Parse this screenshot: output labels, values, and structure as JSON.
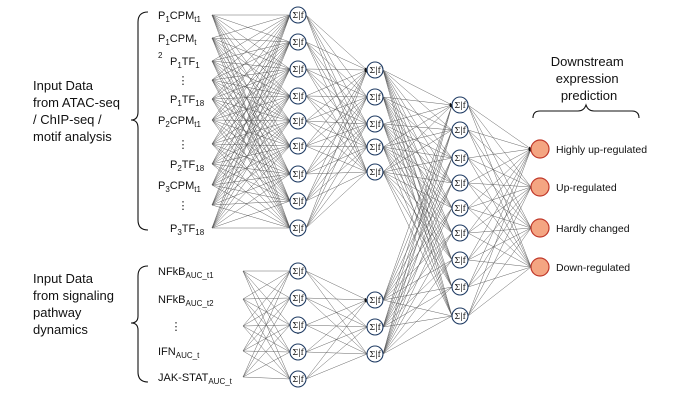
{
  "upper_group": {
    "label_lines": [
      "Input Data",
      "from ATAC-seq",
      "/ ChIP-seq /",
      "motif analysis"
    ],
    "inputs": [
      {
        "text": "P",
        "sub": "1",
        "text2": "CPM",
        "sub2": "t1"
      },
      {
        "text": "P",
        "sub": "1",
        "text2": "CPM",
        "sub2": "t"
      },
      {
        "text": "P",
        "sub": "1",
        "text2": "TF",
        "sub2": "1",
        "prefix": "2"
      },
      {
        "text": "⋮",
        "sub": "",
        "text2": "",
        "sub2": ""
      },
      {
        "text": "P",
        "sub": "1",
        "text2": "TF",
        "sub2": "18"
      },
      {
        "text": "P",
        "sub": "2",
        "text2": "CPM",
        "sub2": "t1"
      },
      {
        "text": "⋮",
        "sub": "",
        "text2": "",
        "sub2": ""
      },
      {
        "text": "P",
        "sub": "2",
        "text2": "TF",
        "sub2": "18"
      },
      {
        "text": "P",
        "sub": "3",
        "text2": "CPM",
        "sub2": "t1"
      },
      {
        "text": "⋮",
        "sub": "",
        "text2": "",
        "sub2": ""
      },
      {
        "text": "P",
        "sub": "3",
        "text2": "TF",
        "sub2": "18"
      }
    ]
  },
  "lower_group": {
    "label_lines": [
      "Input Data",
      "from signaling",
      "pathway",
      "dynamics"
    ],
    "inputs": [
      {
        "text": "NFkB",
        "sub": "AUC_t1"
      },
      {
        "text": "NFkB",
        "sub": "AUC_t2"
      },
      {
        "text": "⋮",
        "sub": ""
      },
      {
        "text": "IFN",
        "sub": "AUC_t"
      },
      {
        "text": "JAK-STAT",
        "sub": "AUC_t"
      }
    ]
  },
  "output_header_lines": [
    "Downstream",
    "expression",
    "prediction"
  ],
  "outputs": [
    "Highly up-regulated",
    "Up-regulated",
    "Hardly changed",
    "Down-regulated"
  ],
  "neuron_symbol": "Σ|f",
  "ellipsis": "⋮",
  "colors": {
    "output_fill": "#f4a582",
    "output_stroke": "#c0392b",
    "neuron_stroke": "#1f3b63",
    "edge": "#555555"
  }
}
